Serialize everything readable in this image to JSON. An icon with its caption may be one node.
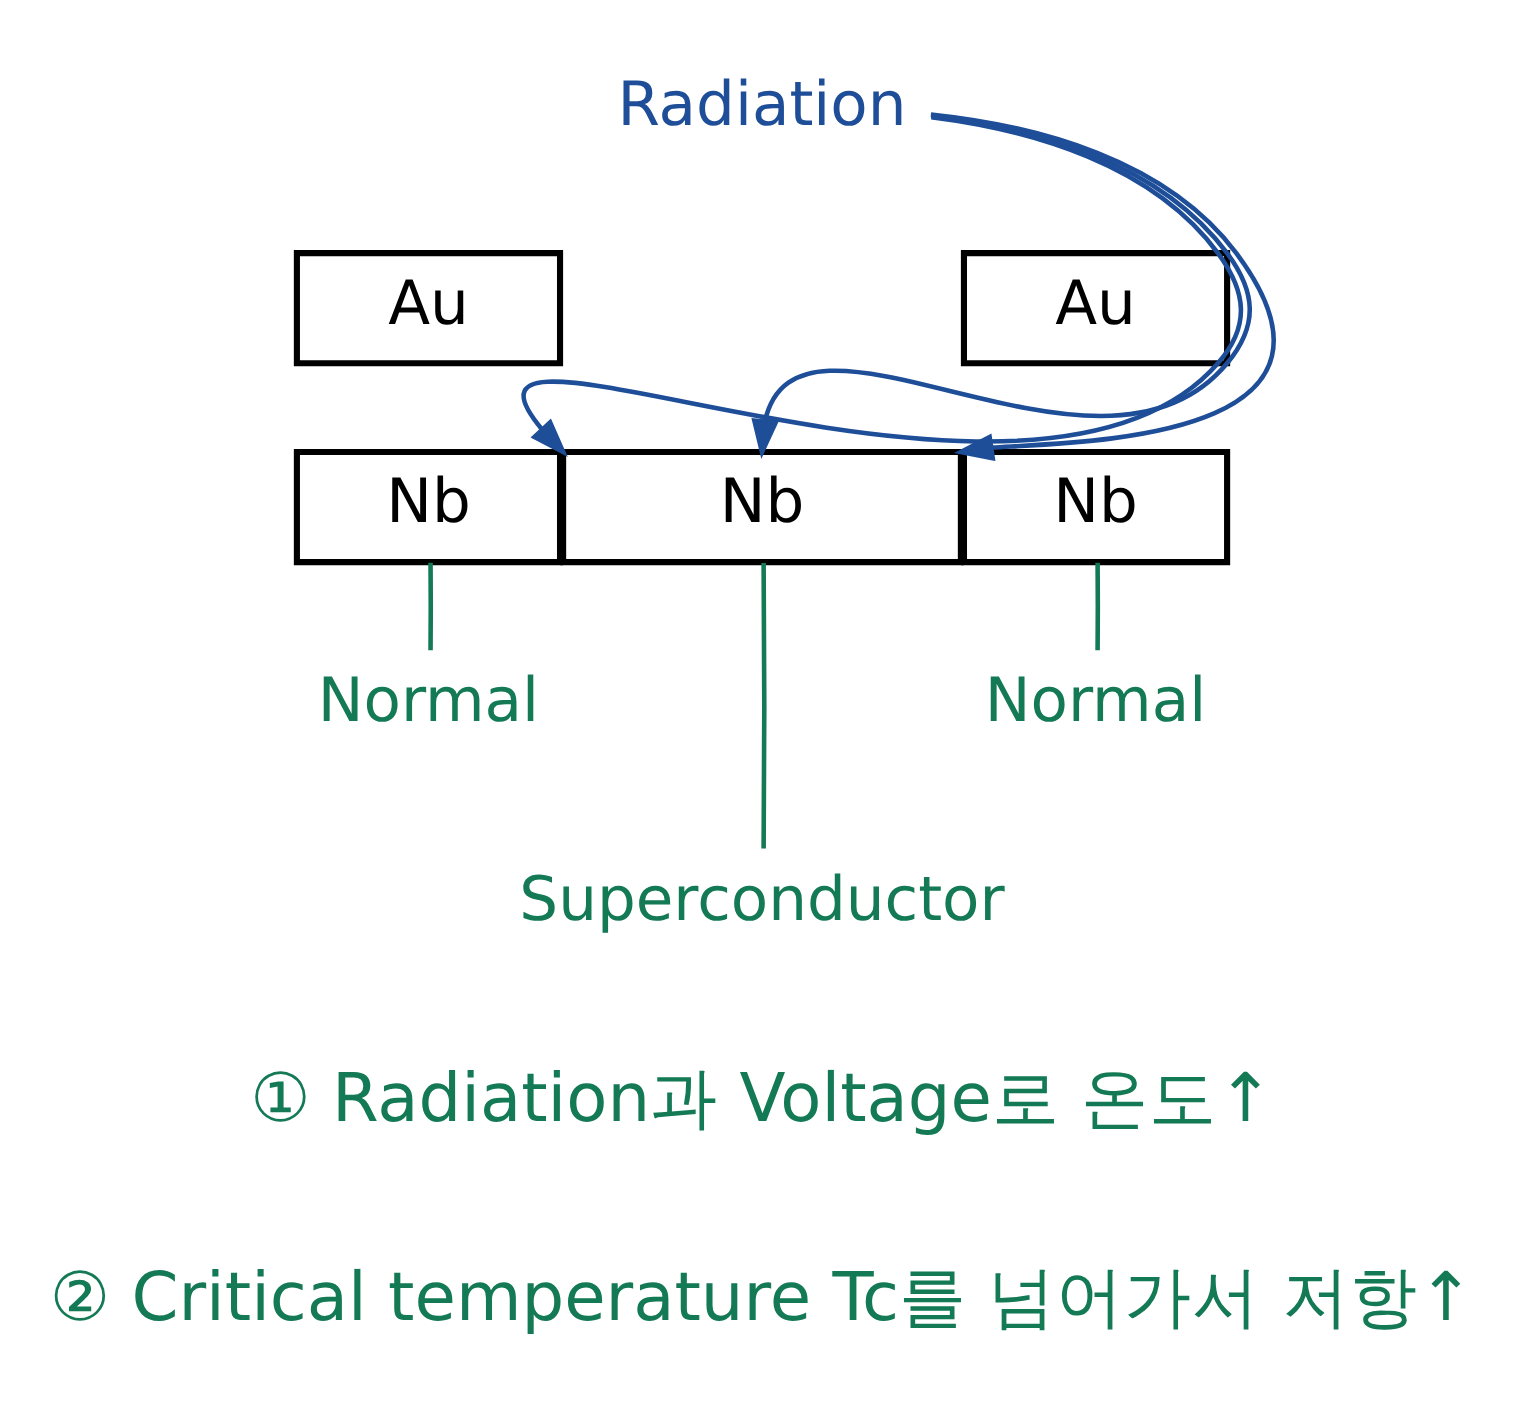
{
  "diagram": {
    "nodes": [
      {
        "text": [
          "Au"
        ]
      },
      {
        "text": [
          "Au"
        ]
      },
      {
        "text": [
          "Nb"
        ]
      },
      {
        "text": [
          "Nb"
        ]
      },
      {
        "text": [
          "Nb"
        ]
      },
      {
        "text": [
          "Radiation"
        ]
      },
      {
        "text": [
          "Normal"
        ]
      },
      {
        "text": [
          "Normal"
        ]
      },
      {
        "text": [
          "Superconductor"
        ]
      }
    ],
    "edges": [
      {
        "from": 5,
        "to": 3,
        "arrow": "to",
        "color": "#1f4e99"
      },
      {
        "from": 5,
        "to": 3,
        "arrow": "to",
        "color": "#1f4e99"
      },
      {
        "from": 5,
        "to": 3,
        "arrow": "to",
        "color": "#1f4e99"
      },
      {
        "from": 6,
        "to": 2,
        "arrow": "none",
        "color": "#137a55"
      },
      {
        "from": 8,
        "to": 3,
        "arrow": "none",
        "color": "#137a55"
      },
      {
        "from": 7,
        "to": 4,
        "arrow": "none",
        "color": "#137a55"
      }
    ],
    "labels": [
      "① Radiation과 Voltage로 온도↑",
      "② Critical temperature Tc를 넘어가서 저항↑"
    ]
  }
}
